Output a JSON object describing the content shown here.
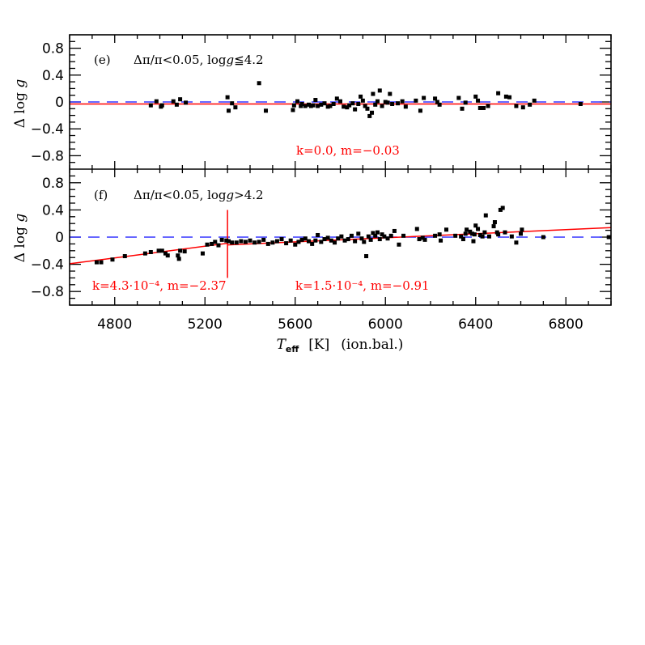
{
  "chart_data": [
    {
      "type": "scatter",
      "panel": "e",
      "title": "",
      "label": "(e)",
      "condition": "Δπ/π<0.05,  log g ≤4.2",
      "xlabel": "T_eff [K] (ion.bal.)",
      "ylabel": "Δ log g",
      "xlim": [
        4600,
        7000
      ],
      "ylim": [
        -1.0,
        1.0
      ],
      "yticks": [
        -0.8,
        -0.4,
        0,
        0.4,
        0.8
      ],
      "ytick_labels": [
        "−0.8",
        "−0.4",
        "0",
        "0.4",
        "0.8"
      ],
      "xticks": [
        4800,
        5200,
        5600,
        6000,
        6400,
        6800
      ],
      "reference_line": {
        "y": 0,
        "style": "dashed",
        "color": "#3333ff"
      },
      "fit_lines": [
        {
          "k": 0.0,
          "m": -0.03,
          "x_range": [
            4600,
            7000
          ],
          "label": "k=0.0,  m=−0.03",
          "color": "#ff0000"
        }
      ],
      "points": [
        [
          4960,
          -0.05
        ],
        [
          4985,
          0.01
        ],
        [
          5005,
          -0.07
        ],
        [
          5010,
          -0.05
        ],
        [
          5060,
          0.01
        ],
        [
          5075,
          -0.04
        ],
        [
          5090,
          0.04
        ],
        [
          5115,
          -0.01
        ],
        [
          5300,
          0.07
        ],
        [
          5305,
          -0.13
        ],
        [
          5320,
          -0.02
        ],
        [
          5335,
          -0.08
        ],
        [
          5440,
          0.28
        ],
        [
          5470,
          -0.13
        ],
        [
          5590,
          -0.12
        ],
        [
          5595,
          -0.05
        ],
        [
          5610,
          0.01
        ],
        [
          5625,
          -0.06
        ],
        [
          5630,
          -0.03
        ],
        [
          5645,
          -0.06
        ],
        [
          5660,
          -0.04
        ],
        [
          5670,
          -0.06
        ],
        [
          5680,
          -0.05
        ],
        [
          5690,
          0.03
        ],
        [
          5700,
          -0.06
        ],
        [
          5715,
          -0.04
        ],
        [
          5730,
          -0.02
        ],
        [
          5745,
          -0.07
        ],
        [
          5755,
          -0.06
        ],
        [
          5770,
          -0.03
        ],
        [
          5785,
          0.05
        ],
        [
          5800,
          0.01
        ],
        [
          5815,
          -0.07
        ],
        [
          5830,
          -0.08
        ],
        [
          5840,
          -0.05
        ],
        [
          5855,
          -0.02
        ],
        [
          5865,
          -0.11
        ],
        [
          5880,
          -0.03
        ],
        [
          5890,
          0.08
        ],
        [
          5900,
          0.02
        ],
        [
          5910,
          -0.06
        ],
        [
          5920,
          -0.1
        ],
        [
          5930,
          -0.21
        ],
        [
          5940,
          -0.16
        ],
        [
          5945,
          0.12
        ],
        [
          5955,
          -0.04
        ],
        [
          5965,
          0.01
        ],
        [
          5975,
          0.17
        ],
        [
          5985,
          -0.06
        ],
        [
          6000,
          0.0
        ],
        [
          6010,
          -0.01
        ],
        [
          6020,
          0.12
        ],
        [
          6030,
          -0.03
        ],
        [
          6055,
          -0.02
        ],
        [
          6075,
          0.01
        ],
        [
          6090,
          -0.07
        ],
        [
          6135,
          0.02
        ],
        [
          6155,
          -0.13
        ],
        [
          6170,
          0.06
        ],
        [
          6220,
          0.05
        ],
        [
          6230,
          0.0
        ],
        [
          6240,
          -0.04
        ],
        [
          6325,
          0.06
        ],
        [
          6340,
          -0.1
        ],
        [
          6355,
          -0.01
        ],
        [
          6400,
          0.08
        ],
        [
          6410,
          0.02
        ],
        [
          6420,
          -0.09
        ],
        [
          6435,
          -0.09
        ],
        [
          6455,
          -0.06
        ],
        [
          6500,
          0.13
        ],
        [
          6535,
          0.08
        ],
        [
          6550,
          0.07
        ],
        [
          6580,
          -0.06
        ],
        [
          6610,
          -0.08
        ],
        [
          6640,
          -0.04
        ],
        [
          6660,
          0.02
        ],
        [
          6865,
          -0.03
        ]
      ]
    },
    {
      "type": "scatter",
      "panel": "f",
      "title": "",
      "label": "(f)",
      "condition": "Δπ/π<0.05,  log g >4.2",
      "xlabel": "T_eff [K] (ion.bal.)",
      "ylabel": "Δ log g",
      "xlim": [
        4600,
        7000
      ],
      "ylim": [
        -1.0,
        1.0
      ],
      "yticks": [
        -0.8,
        -0.4,
        0,
        0.4,
        0.8
      ],
      "ytick_labels": [
        "−0.8",
        "−0.4",
        "0",
        "0.4",
        "0.8"
      ],
      "xticks": [
        4800,
        5200,
        5600,
        6000,
        6400,
        6800
      ],
      "xtick_labels": [
        "4800",
        "5200",
        "5600",
        "6000",
        "6400",
        "6800"
      ],
      "reference_line": {
        "y": 0,
        "style": "dashed",
        "color": "#3333ff"
      },
      "break_line": {
        "x": 5300,
        "y_range": [
          -0.6,
          0.4
        ],
        "color": "#ff0000"
      },
      "fit_lines": [
        {
          "k": 0.00043,
          "m": -2.37,
          "x_range": [
            4600,
            5300
          ],
          "label": "k=4.3·10⁻⁴,  m=−2.37",
          "color": "#ff0000"
        },
        {
          "k": 0.00015,
          "m": -0.91,
          "x_range": [
            5300,
            7000
          ],
          "label": "k=1.5·10⁻⁴,  m=−0.91",
          "color": "#ff0000"
        }
      ],
      "points": [
        [
          4720,
          -0.37
        ],
        [
          4740,
          -0.37
        ],
        [
          4790,
          -0.33
        ],
        [
          4845,
          -0.28
        ],
        [
          4935,
          -0.24
        ],
        [
          4960,
          -0.22
        ],
        [
          4995,
          -0.2
        ],
        [
          5010,
          -0.2
        ],
        [
          5025,
          -0.24
        ],
        [
          5035,
          -0.27
        ],
        [
          5080,
          -0.27
        ],
        [
          5085,
          -0.32
        ],
        [
          5090,
          -0.2
        ],
        [
          5110,
          -0.21
        ],
        [
          5190,
          -0.24
        ],
        [
          5210,
          -0.11
        ],
        [
          5230,
          -0.1
        ],
        [
          5245,
          -0.07
        ],
        [
          5260,
          -0.12
        ],
        [
          5275,
          -0.04
        ],
        [
          5295,
          -0.05
        ],
        [
          5305,
          -0.06
        ],
        [
          5320,
          -0.08
        ],
        [
          5340,
          -0.08
        ],
        [
          5360,
          -0.06
        ],
        [
          5380,
          -0.07
        ],
        [
          5400,
          -0.05
        ],
        [
          5420,
          -0.08
        ],
        [
          5440,
          -0.07
        ],
        [
          5460,
          -0.04
        ],
        [
          5480,
          -0.1
        ],
        [
          5500,
          -0.08
        ],
        [
          5520,
          -0.06
        ],
        [
          5540,
          -0.03
        ],
        [
          5560,
          -0.09
        ],
        [
          5580,
          -0.05
        ],
        [
          5600,
          -0.11
        ],
        [
          5615,
          -0.07
        ],
        [
          5630,
          -0.04
        ],
        [
          5645,
          -0.02
        ],
        [
          5660,
          -0.06
        ],
        [
          5675,
          -0.1
        ],
        [
          5690,
          -0.05
        ],
        [
          5700,
          0.03
        ],
        [
          5715,
          -0.07
        ],
        [
          5730,
          -0.03
        ],
        [
          5745,
          -0.01
        ],
        [
          5760,
          -0.05
        ],
        [
          5775,
          -0.08
        ],
        [
          5790,
          -0.02
        ],
        [
          5805,
          0.01
        ],
        [
          5820,
          -0.05
        ],
        [
          5835,
          -0.03
        ],
        [
          5850,
          0.02
        ],
        [
          5865,
          -0.06
        ],
        [
          5880,
          0.05
        ],
        [
          5895,
          -0.02
        ],
        [
          5905,
          -0.07
        ],
        [
          5915,
          -0.28
        ],
        [
          5925,
          0.01
        ],
        [
          5935,
          -0.04
        ],
        [
          5945,
          0.06
        ],
        [
          5955,
          0.02
        ],
        [
          5965,
          0.07
        ],
        [
          5975,
          -0.03
        ],
        [
          5985,
          0.04
        ],
        [
          5995,
          0.01
        ],
        [
          6010,
          -0.02
        ],
        [
          6025,
          0.02
        ],
        [
          6040,
          0.09
        ],
        [
          6060,
          -0.11
        ],
        [
          6080,
          0.02
        ],
        [
          6140,
          0.12
        ],
        [
          6150,
          -0.03
        ],
        [
          6165,
          -0.01
        ],
        [
          6175,
          -0.04
        ],
        [
          6220,
          0.02
        ],
        [
          6240,
          0.04
        ],
        [
          6245,
          -0.05
        ],
        [
          6270,
          0.11
        ],
        [
          6310,
          0.02
        ],
        [
          6335,
          0.01
        ],
        [
          6345,
          -0.03
        ],
        [
          6355,
          0.05
        ],
        [
          6360,
          0.11
        ],
        [
          6375,
          0.08
        ],
        [
          6385,
          0.05
        ],
        [
          6390,
          -0.06
        ],
        [
          6395,
          0.04
        ],
        [
          6400,
          0.17
        ],
        [
          6410,
          0.12
        ],
        [
          6420,
          0.03
        ],
        [
          6430,
          0.01
        ],
        [
          6440,
          0.07
        ],
        [
          6445,
          0.32
        ],
        [
          6460,
          0.01
        ],
        [
          6480,
          0.16
        ],
        [
          6485,
          0.22
        ],
        [
          6495,
          0.07
        ],
        [
          6500,
          0.04
        ],
        [
          6510,
          0.4
        ],
        [
          6520,
          0.43
        ],
        [
          6530,
          0.07
        ],
        [
          6560,
          0.01
        ],
        [
          6580,
          -0.08
        ],
        [
          6600,
          0.05
        ],
        [
          6605,
          0.11
        ],
        [
          6700,
          0.0
        ],
        [
          6990,
          0.0
        ]
      ]
    }
  ],
  "figure": {
    "panel_e": {
      "label": "(e)",
      "condition_text": "Δπ/π<0.05,  log",
      "g_symbol": "g",
      "condition_suffix": "≦4.2",
      "fit_annotation": "k=0.0,  m=−0.03"
    },
    "panel_f": {
      "label": "(f)",
      "condition_text": "Δπ/π<0.05,  log",
      "g_symbol": "g",
      "condition_suffix": ">4.2",
      "fit_annotation_left": "k=4.3·10⁻⁴,  m=−2.37",
      "fit_annotation_right": "k=1.5·10⁻⁴,  m=−0.91"
    },
    "y_axis_label_prefix": "Δ log",
    "y_axis_label_var": "g",
    "x_axis": {
      "var": "T",
      "subscript": "eff",
      "unit": "[K]",
      "note": "(ion.bal.)"
    },
    "colors": {
      "points": "#000000",
      "fit": "#ff0000",
      "reference": "#3333ff",
      "frame": "#000000"
    }
  }
}
